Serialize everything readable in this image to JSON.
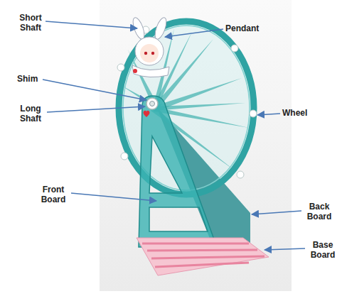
{
  "diagram": {
    "labels": [
      "Short Shaft",
      "Pendant",
      "Shim",
      "Long Shaft",
      "Wheel",
      "Front Board",
      "Back Board",
      "Base Board"
    ]
  }
}
